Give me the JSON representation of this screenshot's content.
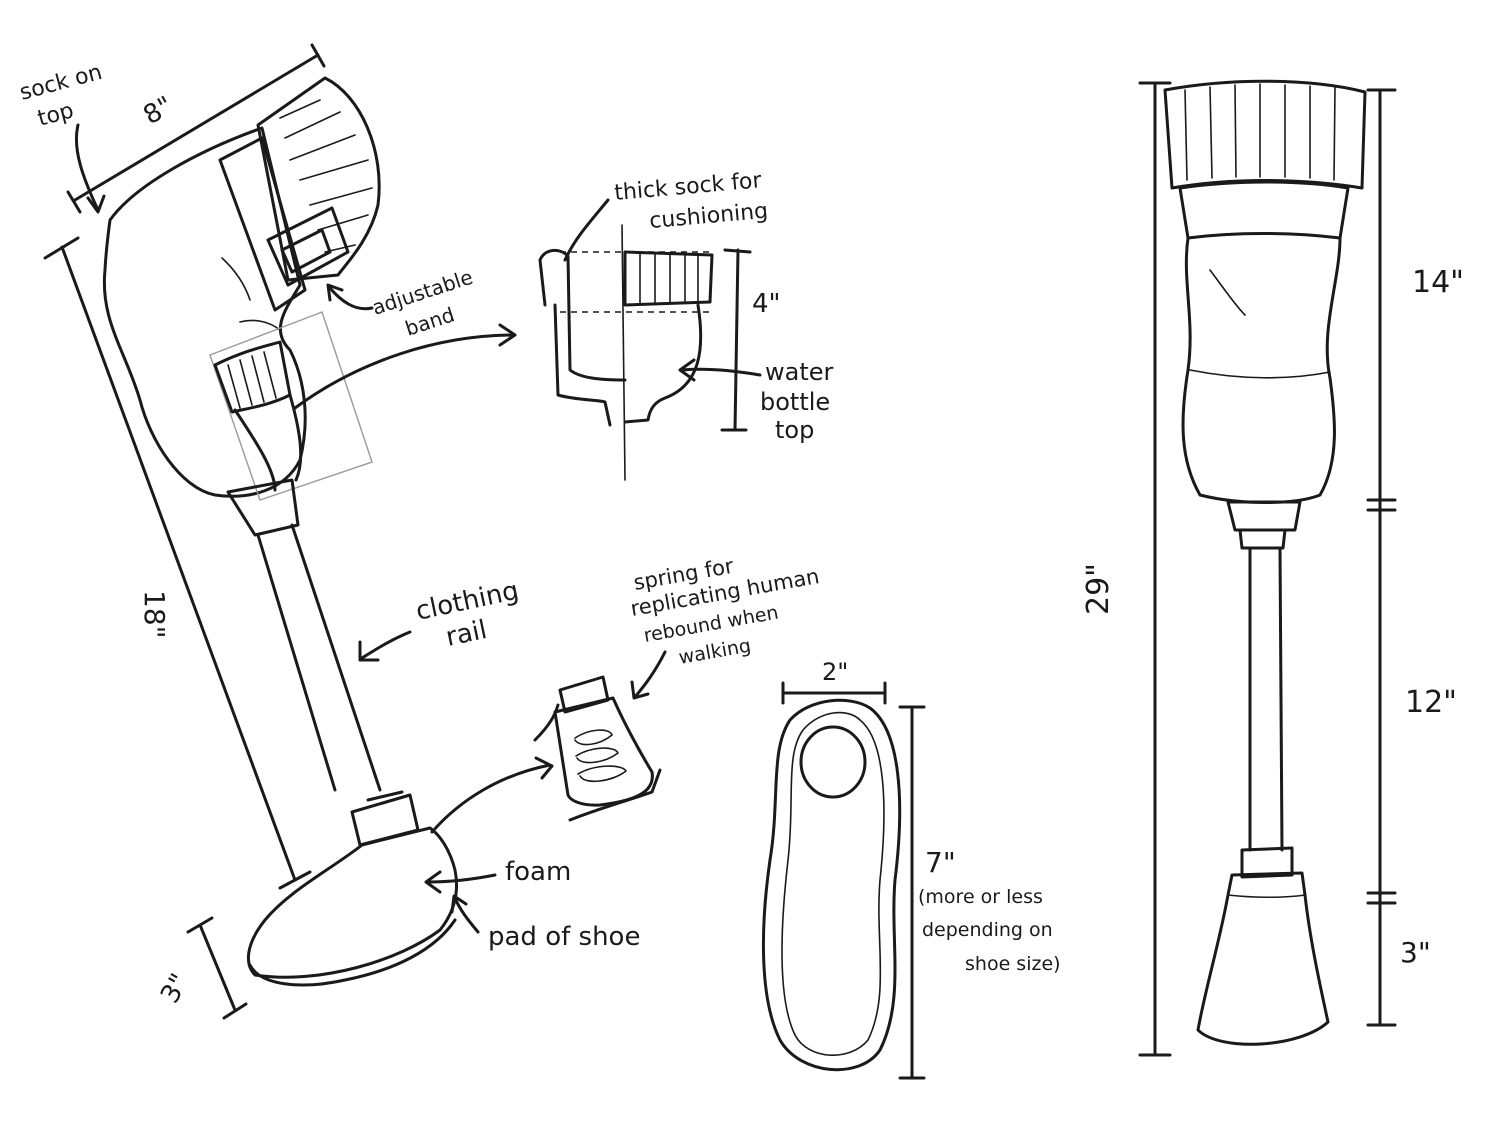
{
  "labels": {
    "sock_on_top_line1": "sock on",
    "sock_on_top_line2": "top",
    "width_8": "8\"",
    "height_18": "18\"",
    "foot_3_left": "3\"",
    "adjustable_band_line1": "adjustable",
    "adjustable_band_line2": "band",
    "thick_sock_line1": "thick sock for",
    "thick_sock_line2": "cushioning",
    "height_4": "4\"",
    "water_bottle_line1": "water",
    "water_bottle_line2": "bottle",
    "water_bottle_line3": "top",
    "clothing_rail_line1": "clothing",
    "clothing_rail_line2": "rail",
    "spring_line1": "spring for",
    "spring_line2": "replicating human",
    "spring_line3": "rebound when",
    "spring_line4": "walking",
    "foam": "foam",
    "pad_of_shoe": "pad of shoe",
    "insole_width_2": "2\"",
    "insole_length_7": "7\"",
    "insole_note_line1": "(more or less",
    "insole_note_line2": "depending on",
    "insole_note_line3": "shoe size)",
    "total_29": "29\"",
    "seg_14": "14\"",
    "seg_12": "12\"",
    "seg_3_right": "3\""
  },
  "colors": {
    "ink": "#1a1a1a",
    "paper": "#ffffff"
  }
}
